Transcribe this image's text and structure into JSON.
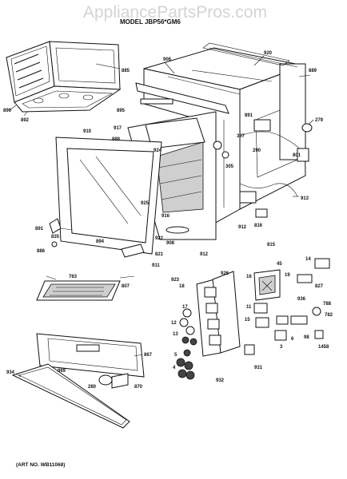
{
  "watermark": "AppliancePartsPros.com",
  "model_heading": "MODEL JBP56*GM6",
  "art_number": "(ART NO. WB11068)",
  "callouts": {
    "c885": "885",
    "c890": "890",
    "c892": "892",
    "c910": "910",
    "c906": "906",
    "c920": "920",
    "c889": "889",
    "c895": "895",
    "c917": "917",
    "c888": "888",
    "c924": "924",
    "c891": "891",
    "c290": "290",
    "c279": "279",
    "c913": "913",
    "c801": "801",
    "c307": "307",
    "c305": "305",
    "c816": "816",
    "c891b": "891",
    "c835": "835",
    "c886": "886",
    "c894": "894",
    "c922": "922",
    "c908": "908",
    "c821": "821",
    "c912": "912",
    "c911": "911",
    "c815": "815",
    "c925": "925",
    "c916": "916",
    "c763": "763",
    "c807": "807",
    "c867": "867",
    "c934": "934",
    "c869": "869",
    "c280": "280",
    "c870": "870",
    "c926": "926",
    "c923": "923",
    "c18": "18",
    "c17": "17",
    "c12": "12",
    "c13": "13",
    "c5": "5",
    "c4": "4",
    "c931": "931",
    "c932": "932",
    "c45": "45",
    "c19": "19",
    "c827": "827",
    "c11": "11",
    "c15": "15",
    "c788": "788",
    "c782": "782",
    "c6": "6",
    "c3": "3",
    "c1458": "1458",
    "c16": "16",
    "c14": "14",
    "c98": "98",
    "c936": "936",
    "c912b": "912"
  }
}
